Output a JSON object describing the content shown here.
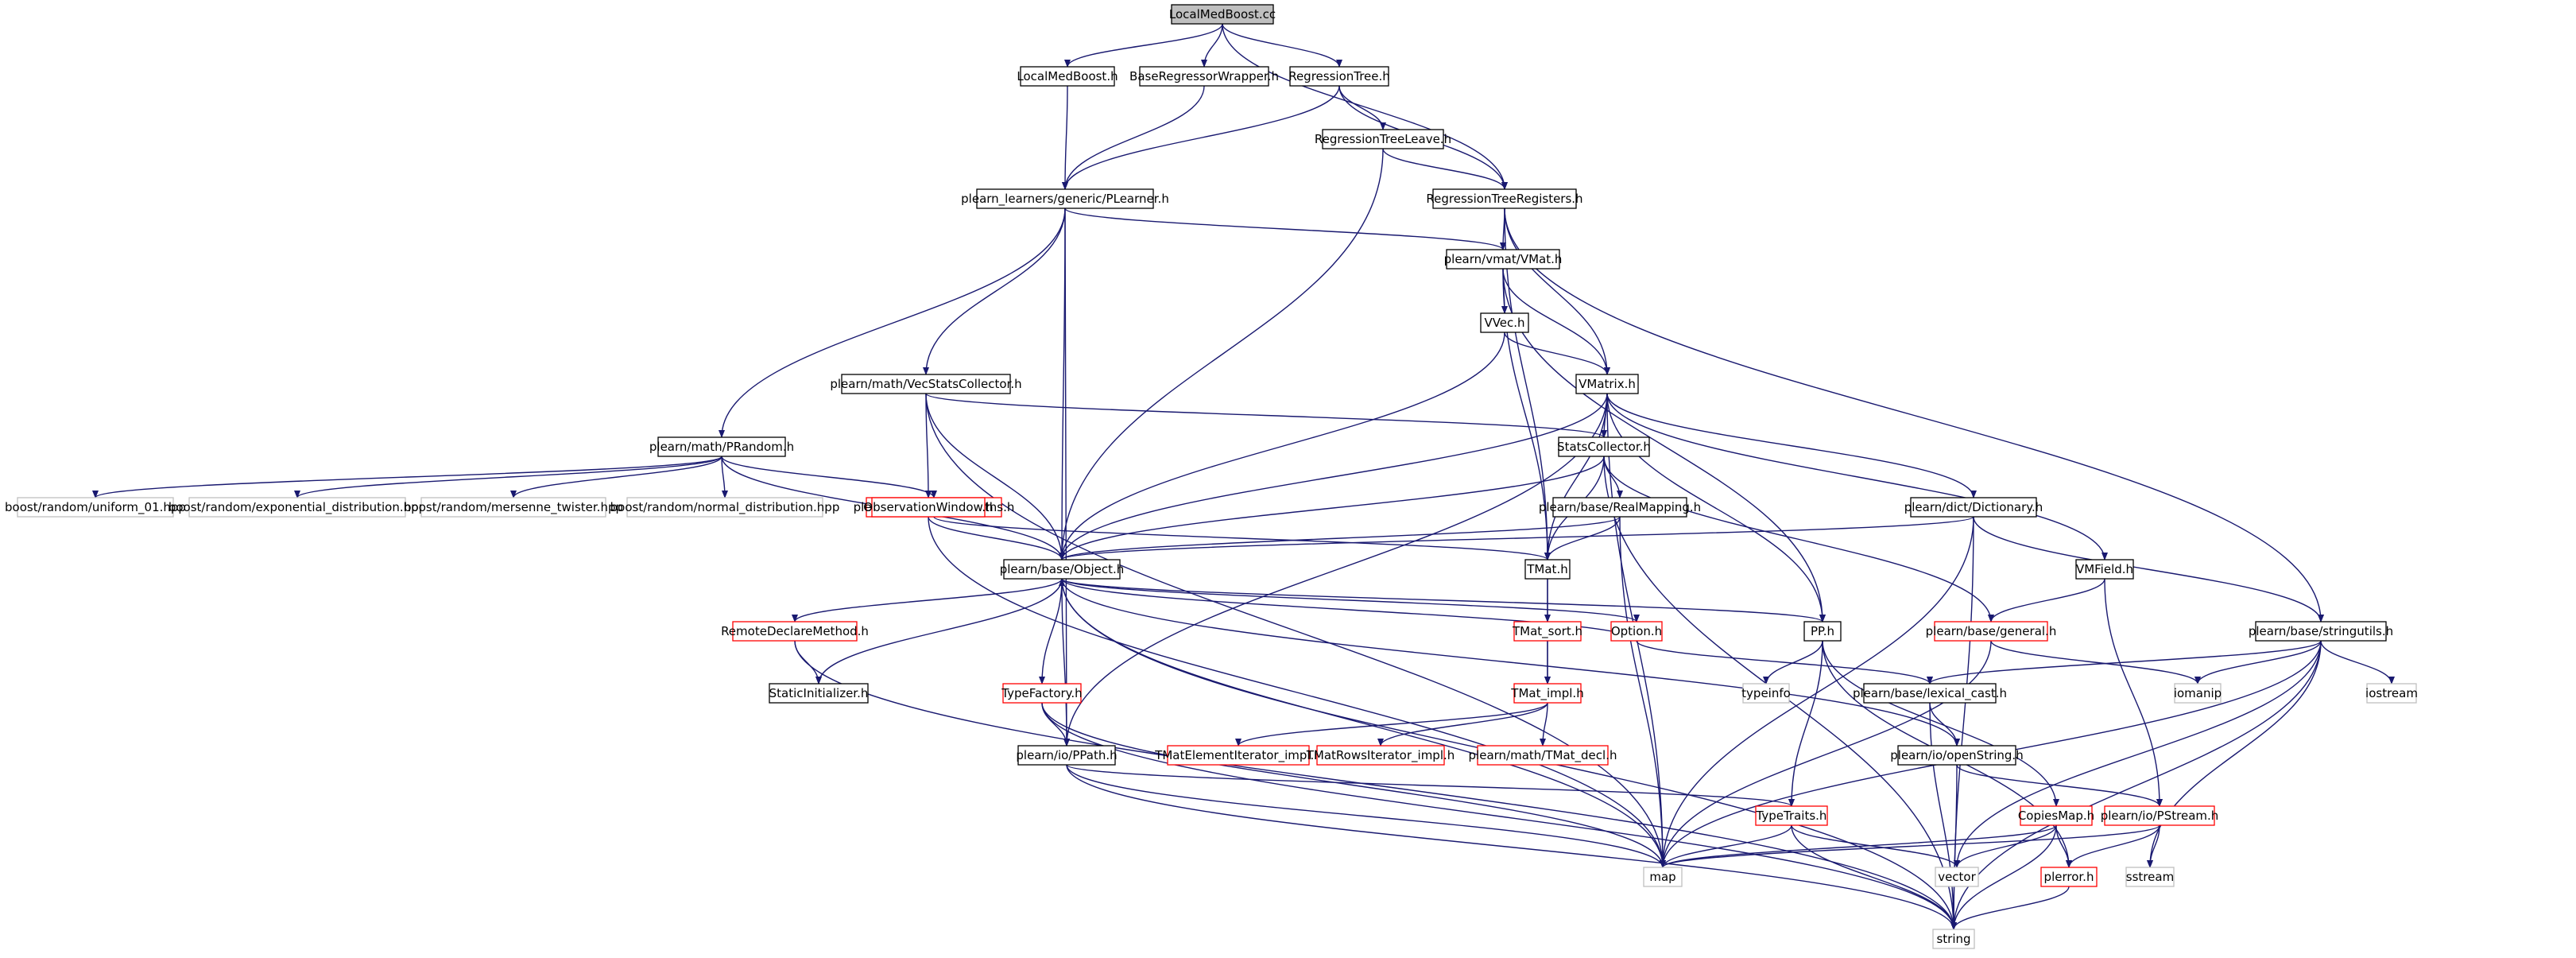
{
  "graph": {
    "nodes": [
      {
        "id": "LocalMedBoost.cc",
        "label": "LocalMedBoost.cc",
        "style": "root"
      },
      {
        "id": "LocalMedBoost.h",
        "label": "LocalMedBoost.h",
        "style": "black"
      },
      {
        "id": "BaseRegressorWrapper.h",
        "label": "BaseRegressorWrapper.h",
        "style": "black"
      },
      {
        "id": "RegressionTree.h",
        "label": "RegressionTree.h",
        "style": "black"
      },
      {
        "id": "RegressionTreeLeave.h",
        "label": "RegressionTreeLeave.h",
        "style": "black"
      },
      {
        "id": "PLearner.h",
        "label": "plearn_learners/generic/PLearner.h",
        "style": "black"
      },
      {
        "id": "RegressionTreeRegisters.h",
        "label": "RegressionTreeRegisters.h",
        "style": "black"
      },
      {
        "id": "VMat.h",
        "label": "plearn/vmat/VMat.h",
        "style": "black"
      },
      {
        "id": "VVec.h",
        "label": "VVec.h",
        "style": "black"
      },
      {
        "id": "VMatrix.h",
        "label": "VMatrix.h",
        "style": "black"
      },
      {
        "id": "VecStatsCollector.h",
        "label": "plearn/math/VecStatsCollector.h",
        "style": "black"
      },
      {
        "id": "StatsCollector.h",
        "label": "StatsCollector.h",
        "style": "black"
      },
      {
        "id": "PRandom.h",
        "label": "plearn/math/PRandom.h",
        "style": "black"
      },
      {
        "id": "uniform_01",
        "label": "boost/random/uniform_01.hpp",
        "style": "gray"
      },
      {
        "id": "exponential",
        "label": "boost/random/exponential_distribution.hpp",
        "style": "gray"
      },
      {
        "id": "mersenne",
        "label": "boost/random/mersenne_twister.hpp",
        "style": "gray"
      },
      {
        "id": "normal",
        "label": "boost/random/normal_distribution.hpp",
        "style": "gray"
      },
      {
        "id": "TMat_maths.h",
        "label": "plearn/math/TMat_maths.h",
        "style": "red"
      },
      {
        "id": "ObservationWindow.h",
        "label": "ObservationWindow.h",
        "style": "red"
      },
      {
        "id": "RealMapping.h",
        "label": "plearn/base/RealMapping.h",
        "style": "black"
      },
      {
        "id": "Dictionary.h",
        "label": "plearn/dict/Dictionary.h",
        "style": "black"
      },
      {
        "id": "Object.h",
        "label": "plearn/base/Object.h",
        "style": "black"
      },
      {
        "id": "TMat.h",
        "label": "TMat.h",
        "style": "black"
      },
      {
        "id": "VMField.h",
        "label": "VMField.h",
        "style": "black"
      },
      {
        "id": "RemoteDeclareMethod.h",
        "label": "RemoteDeclareMethod.h",
        "style": "red"
      },
      {
        "id": "TMat_sort.h",
        "label": "TMat_sort.h",
        "style": "red"
      },
      {
        "id": "Option.h",
        "label": "Option.h",
        "style": "red"
      },
      {
        "id": "PP.h",
        "label": "PP.h",
        "style": "black"
      },
      {
        "id": "general.h",
        "label": "plearn/base/general.h",
        "style": "red"
      },
      {
        "id": "stringutils.h",
        "label": "plearn/base/stringutils.h",
        "style": "black"
      },
      {
        "id": "StaticInitializer.h",
        "label": "StaticInitializer.h",
        "style": "black"
      },
      {
        "id": "TypeFactory.h",
        "label": "TypeFactory.h",
        "style": "red"
      },
      {
        "id": "TMat_impl.h",
        "label": "TMat_impl.h",
        "style": "red"
      },
      {
        "id": "typeinfo",
        "label": "typeinfo",
        "style": "gray"
      },
      {
        "id": "lexical_cast.h",
        "label": "plearn/base/lexical_cast.h",
        "style": "black"
      },
      {
        "id": "iomanip",
        "label": "iomanip",
        "style": "gray"
      },
      {
        "id": "iostream",
        "label": "iostream",
        "style": "gray"
      },
      {
        "id": "PPath.h",
        "label": "plearn/io/PPath.h",
        "style": "black"
      },
      {
        "id": "TMatElementIterator_impl.h",
        "label": "TMatElementIterator_impl.h",
        "style": "red"
      },
      {
        "id": "TMatRowsIterator_impl.h",
        "label": "TMatRowsIterator_impl.h",
        "style": "red"
      },
      {
        "id": "TMat_decl.h",
        "label": "plearn/math/TMat_decl.h",
        "style": "red"
      },
      {
        "id": "openString.h",
        "label": "plearn/io/openString.h",
        "style": "black"
      },
      {
        "id": "TypeTraits.h",
        "label": "TypeTraits.h",
        "style": "red"
      },
      {
        "id": "CopiesMap.h",
        "label": "CopiesMap.h",
        "style": "red"
      },
      {
        "id": "PStream.h",
        "label": "plearn/io/PStream.h",
        "style": "red"
      },
      {
        "id": "map",
        "label": "map",
        "style": "gray"
      },
      {
        "id": "vector",
        "label": "vector",
        "style": "gray"
      },
      {
        "id": "plerror.h",
        "label": "plerror.h",
        "style": "red"
      },
      {
        "id": "sstream",
        "label": "sstream",
        "style": "gray"
      },
      {
        "id": "string",
        "label": "string",
        "style": "gray"
      }
    ],
    "edges": [
      [
        "LocalMedBoost.cc",
        "LocalMedBoost.h"
      ],
      [
        "LocalMedBoost.cc",
        "BaseRegressorWrapper.h"
      ],
      [
        "LocalMedBoost.cc",
        "RegressionTree.h"
      ],
      [
        "LocalMedBoost.cc",
        "RegressionTreeRegisters.h"
      ],
      [
        "LocalMedBoost.h",
        "PLearner.h"
      ],
      [
        "BaseRegressorWrapper.h",
        "PLearner.h"
      ],
      [
        "RegressionTree.h",
        "PLearner.h"
      ],
      [
        "RegressionTree.h",
        "RegressionTreeLeave.h"
      ],
      [
        "RegressionTree.h",
        "RegressionTreeRegisters.h"
      ],
      [
        "RegressionTreeLeave.h",
        "RegressionTreeRegisters.h"
      ],
      [
        "RegressionTreeLeave.h",
        "Object.h"
      ],
      [
        "PLearner.h",
        "VMat.h"
      ],
      [
        "PLearner.h",
        "VecStatsCollector.h"
      ],
      [
        "PLearner.h",
        "PRandom.h"
      ],
      [
        "PLearner.h",
        "Object.h"
      ],
      [
        "PLearner.h",
        "PPath.h"
      ],
      [
        "RegressionTreeRegisters.h",
        "VMat.h"
      ],
      [
        "RegressionTreeRegisters.h",
        "VMatrix.h"
      ],
      [
        "RegressionTreeRegisters.h",
        "TMat.h"
      ],
      [
        "RegressionTreeRegisters.h",
        "stringutils.h"
      ],
      [
        "VMat.h",
        "VVec.h"
      ],
      [
        "VMat.h",
        "VMatrix.h"
      ],
      [
        "VMat.h",
        "TMat.h"
      ],
      [
        "VMat.h",
        "PP.h"
      ],
      [
        "VVec.h",
        "VMatrix.h"
      ],
      [
        "VVec.h",
        "Object.h"
      ],
      [
        "VMatrix.h",
        "StatsCollector.h"
      ],
      [
        "VMatrix.h",
        "Object.h"
      ],
      [
        "VMatrix.h",
        "TMat.h"
      ],
      [
        "VMatrix.h",
        "Dictionary.h"
      ],
      [
        "VMatrix.h",
        "VMField.h"
      ],
      [
        "VMatrix.h",
        "PP.h"
      ],
      [
        "VMatrix.h",
        "PPath.h"
      ],
      [
        "VMatrix.h",
        "map"
      ],
      [
        "VecStatsCollector.h",
        "StatsCollector.h"
      ],
      [
        "VecStatsCollector.h",
        "ObservationWindow.h"
      ],
      [
        "VecStatsCollector.h",
        "Object.h"
      ],
      [
        "VecStatsCollector.h",
        "map"
      ],
      [
        "StatsCollector.h",
        "RealMapping.h"
      ],
      [
        "StatsCollector.h",
        "Object.h"
      ],
      [
        "StatsCollector.h",
        "TMat.h"
      ],
      [
        "StatsCollector.h",
        "general.h"
      ],
      [
        "StatsCollector.h",
        "string"
      ],
      [
        "PRandom.h",
        "uniform_01"
      ],
      [
        "PRandom.h",
        "exponential"
      ],
      [
        "PRandom.h",
        "mersenne"
      ],
      [
        "PRandom.h",
        "normal"
      ],
      [
        "PRandom.h",
        "TMat_maths.h"
      ],
      [
        "PRandom.h",
        "Object.h"
      ],
      [
        "TMat_maths.h",
        "TMat.h"
      ],
      [
        "ObservationWindow.h",
        "Object.h"
      ],
      [
        "ObservationWindow.h",
        "map"
      ],
      [
        "RealMapping.h",
        "Object.h"
      ],
      [
        "RealMapping.h",
        "TMat.h"
      ],
      [
        "RealMapping.h",
        "map"
      ],
      [
        "Dictionary.h",
        "Object.h"
      ],
      [
        "Dictionary.h",
        "stringutils.h"
      ],
      [
        "Dictionary.h",
        "map"
      ],
      [
        "Dictionary.h",
        "string"
      ],
      [
        "VMField.h",
        "general.h"
      ],
      [
        "VMField.h",
        "PStream.h"
      ],
      [
        "Object.h",
        "RemoteDeclareMethod.h"
      ],
      [
        "Object.h",
        "StaticInitializer.h"
      ],
      [
        "Object.h",
        "TypeFactory.h"
      ],
      [
        "Object.h",
        "PPath.h"
      ],
      [
        "Object.h",
        "Option.h"
      ],
      [
        "Object.h",
        "PP.h"
      ],
      [
        "Object.h",
        "openString.h"
      ],
      [
        "Object.h",
        "map"
      ],
      [
        "Object.h",
        "string"
      ],
      [
        "RemoteDeclareMethod.h",
        "StaticInitializer.h"
      ],
      [
        "RemoteDeclareMethod.h",
        "string"
      ],
      [
        "TMat.h",
        "TMat_sort.h"
      ],
      [
        "TMat.h",
        "TMat_impl.h"
      ],
      [
        "TMat_sort.h",
        "TMat_impl.h"
      ],
      [
        "TMat_impl.h",
        "TMatElementIterator_impl.h"
      ],
      [
        "TMat_impl.h",
        "TMatRowsIterator_impl.h"
      ],
      [
        "TMat_impl.h",
        "TMat_decl.h"
      ],
      [
        "Option.h",
        "lexical_cast.h"
      ],
      [
        "Option.h",
        "Object.h"
      ],
      [
        "PP.h",
        "typeinfo"
      ],
      [
        "PP.h",
        "TypeTraits.h"
      ],
      [
        "PP.h",
        "CopiesMap.h"
      ],
      [
        "PP.h",
        "plerror.h"
      ],
      [
        "general.h",
        "iomanip"
      ],
      [
        "general.h",
        "map"
      ],
      [
        "stringutils.h",
        "lexical_cast.h"
      ],
      [
        "stringutils.h",
        "iomanip"
      ],
      [
        "stringutils.h",
        "iostream"
      ],
      [
        "stringutils.h",
        "map"
      ],
      [
        "stringutils.h",
        "vector"
      ],
      [
        "stringutils.h",
        "sstream"
      ],
      [
        "stringutils.h",
        "string"
      ],
      [
        "TypeFactory.h",
        "PPath.h"
      ],
      [
        "TypeFactory.h",
        "map"
      ],
      [
        "TypeFactory.h",
        "string"
      ],
      [
        "lexical_cast.h",
        "openString.h"
      ],
      [
        "lexical_cast.h",
        "string"
      ],
      [
        "PPath.h",
        "TypeTraits.h"
      ],
      [
        "PPath.h",
        "map"
      ],
      [
        "PPath.h",
        "string"
      ],
      [
        "openString.h",
        "PStream.h"
      ],
      [
        "openString.h",
        "string"
      ],
      [
        "TypeTraits.h",
        "map"
      ],
      [
        "TypeTraits.h",
        "vector"
      ],
      [
        "TypeTraits.h",
        "string"
      ],
      [
        "CopiesMap.h",
        "map"
      ],
      [
        "CopiesMap.h",
        "vector"
      ],
      [
        "CopiesMap.h",
        "plerror.h"
      ],
      [
        "CopiesMap.h",
        "string"
      ],
      [
        "PStream.h",
        "map"
      ],
      [
        "PStream.h",
        "plerror.h"
      ],
      [
        "PStream.h",
        "sstream"
      ],
      [
        "plerror.h",
        "string"
      ]
    ]
  },
  "colors": {
    "edge": "#191970",
    "root_fill": "#bfbfbf",
    "box_black": "#000000",
    "box_red": "#ff0000",
    "box_gray": "#bfbfbf",
    "text": "#000000"
  }
}
